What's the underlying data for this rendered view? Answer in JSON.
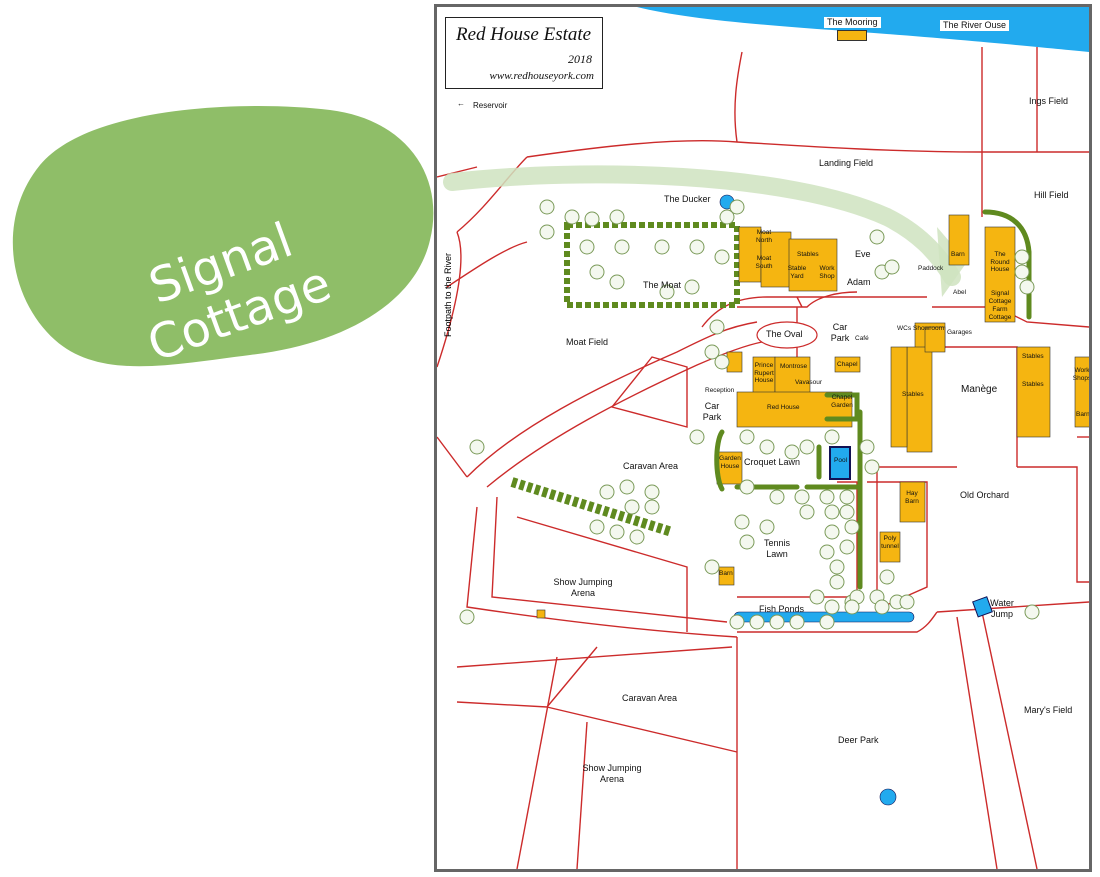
{
  "callout": {
    "line1": "Signal",
    "line2": "Cottage",
    "color": "#8fbe68"
  },
  "map": {
    "title": "Red House Estate",
    "year": "2018",
    "url": "www.redhouseyork.com",
    "colors": {
      "boundary": "#cc2b2b",
      "building": "#f5b511",
      "water": "#22aaee",
      "hedge": "#5f8a1f",
      "arrow": "#cfe3bf"
    },
    "labels": {
      "mooring": "The Mooring",
      "river": "The River Ouse",
      "reservoir": "Reservoir",
      "ings_field": "Ings Field",
      "landing_field": "Landing Field",
      "hill_field": "Hill Field",
      "ducker": "The Ducker",
      "moat": "The Moat",
      "moat_field": "Moat Field",
      "footpath": "Footpath to the River",
      "oval": "The Oval",
      "car_park_1": "Car Park",
      "car_park_2": "Car Park",
      "caravan_area_1": "Caravan Area",
      "caravan_area_2": "Caravan Area",
      "croquet_lawn": "Croquet Lawn",
      "tennis_lawn": "Tennis Lawn",
      "show_jumping_1": "Show Jumping Arena",
      "show_jumping_2": "Show Jumping Arena",
      "fish_ponds": "Fish Ponds",
      "deer_park": "Deer Park",
      "marys_field": "Mary's Field",
      "old_orchard": "Old Orchard",
      "water_jump": "Water Jump",
      "manege": "Manège",
      "eve": "Eve",
      "adam": "Adam",
      "abel": "Abel",
      "paddock": "Paddock",
      "barn_1": "Barn",
      "barn_2": "Barn",
      "barn_3": "Barn",
      "round_house": "The Round House",
      "signal_cottage": "Signal Cottage",
      "farm_cottage": "Farm Cottage",
      "garages": "Garages",
      "showroom": "Showroom",
      "wcs": "WCs",
      "cafe": "Café",
      "stables_1": "Stables",
      "stables_2": "Stables",
      "stables_3": "Stables",
      "stables_4": "Stables",
      "stable_yard": "Stable Yard",
      "work_shop": "Work Shop",
      "moat_north": "Moat North",
      "moat_south": "Moat South",
      "prince_rupert": "Prince Rupert House",
      "montrose": "Montrose",
      "chapel": "Chapel",
      "chapel_garden": "Chapel Garden",
      "vavasour": "Vavasour",
      "reception": "Reception",
      "red_house": "Red House",
      "garden_house": "Garden House",
      "pool": "Pool",
      "hay_barn": "Hay Barn",
      "poly_tunnel": "Poly tunnel",
      "workshop_right": "Work Shops"
    }
  }
}
